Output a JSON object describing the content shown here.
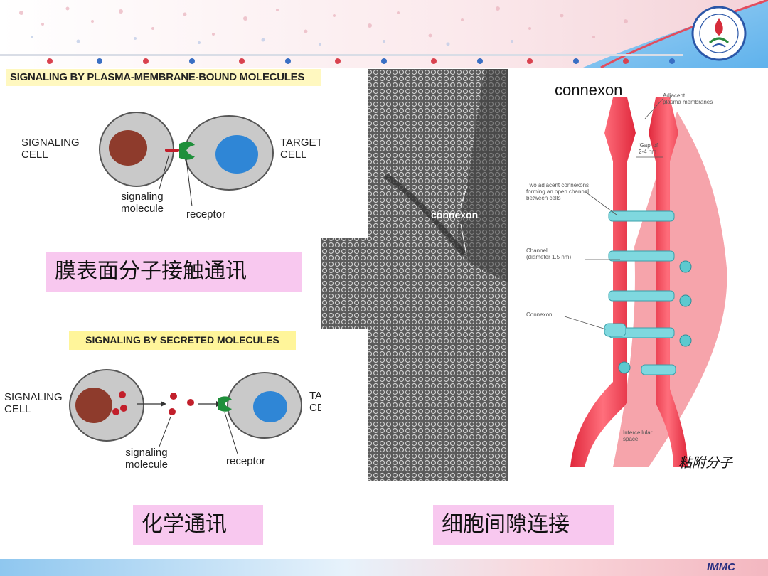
{
  "panel_membrane": {
    "banner": "SIGNALING BY PLASMA-MEMBRANE-BOUND MOLECULES",
    "signaling_cell_label": "SIGNALING\nCELL",
    "target_cell_label": "TARGET\nCELL",
    "signaling_molecule_label": "signaling\nmolecule",
    "receptor_label": "receptor"
  },
  "caption_membrane": "膜表面分子接触通讯",
  "panel_secreted": {
    "banner": "SIGNALING BY SECRETED MOLECULES",
    "signaling_cell_label": "SIGNALING\nCELL",
    "target_cell_label": "TARGET\nCELL",
    "signaling_molecule_label": "signaling\nmolecule",
    "receptor_label": "receptor"
  },
  "caption_chemical": "化学通讯",
  "micrograph": {
    "label": "connexon"
  },
  "gap_junction": {
    "title": "connexon",
    "adjacent_membranes": "Adjacent\nplasma membranes",
    "gap": "'Gap' of\n2-4 nm",
    "two_connexons": "Two adjacent connexons\nforming an open channel\nbetween cells",
    "channel": "Channel\n(diameter 1.5 nm)",
    "connexon_label": "Connexon",
    "intercellular": "Intercellular\nspace"
  },
  "caption_adhesion": "粘附分子",
  "caption_gap": "细胞间隙连接",
  "footer_brand": "IMMC",
  "colors": {
    "pink_box": "#f8c8ef",
    "banner_yellow": "#fff59a",
    "nucleus_red": "#8e3b2c",
    "nucleus_blue": "#2f86d6",
    "receptor_green": "#1f8f3b",
    "connexon_cyan": "#7fd8df"
  }
}
